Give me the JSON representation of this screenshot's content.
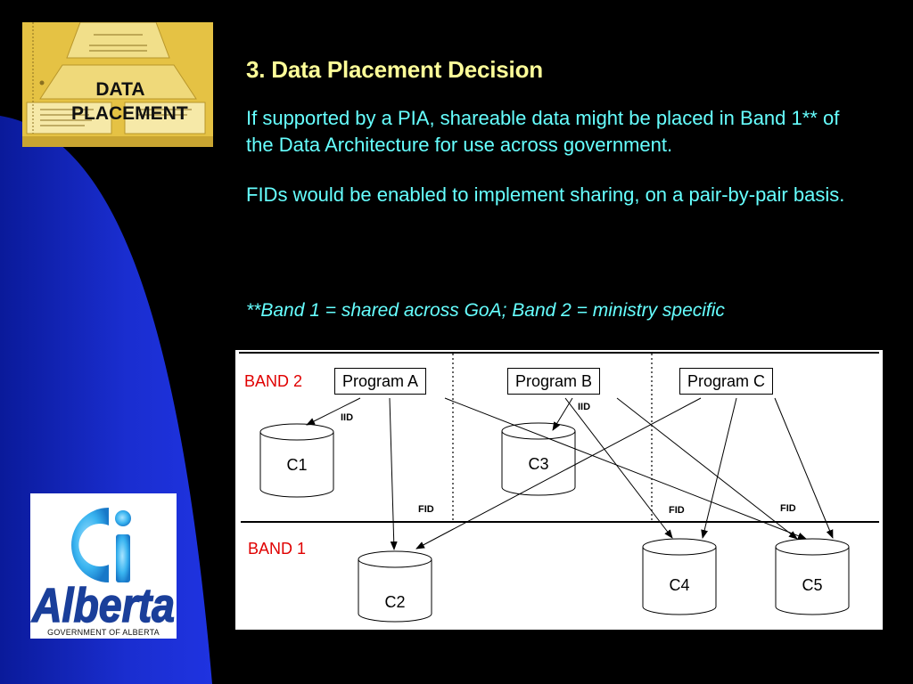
{
  "thumbnail": {
    "title_line1": "DATA",
    "title_line2": "PLACEMENT"
  },
  "logo": {
    "word": "Alberta",
    "caption": "GOVERNMENT OF ALBERTA"
  },
  "slide": {
    "heading": "3. Data Placement Decision",
    "paragraph1": "If supported by a PIA, shareable data might be placed in Band 1** of the Data Architecture for use across government.",
    "paragraph2": "FIDs would be enabled to implement sharing, on a pair-by-pair basis.",
    "footnote": "**Band 1 = shared across GoA; Band 2 = ministry specific"
  },
  "diagram": {
    "band2_label": "BAND 2",
    "band1_label": "BAND 1",
    "programs": [
      "Program A",
      "Program B",
      "Program C"
    ],
    "stores": [
      "C1",
      "C3",
      "C2",
      "C4",
      "C5"
    ],
    "link_labels": [
      "IID",
      "IID",
      "FID",
      "FID",
      "FID"
    ]
  },
  "colors": {
    "heading": "#ffff99",
    "body_text": "#66ffff",
    "band_label": "#e00000",
    "background": "#000000",
    "accent_blue": "#1d2fd6"
  }
}
